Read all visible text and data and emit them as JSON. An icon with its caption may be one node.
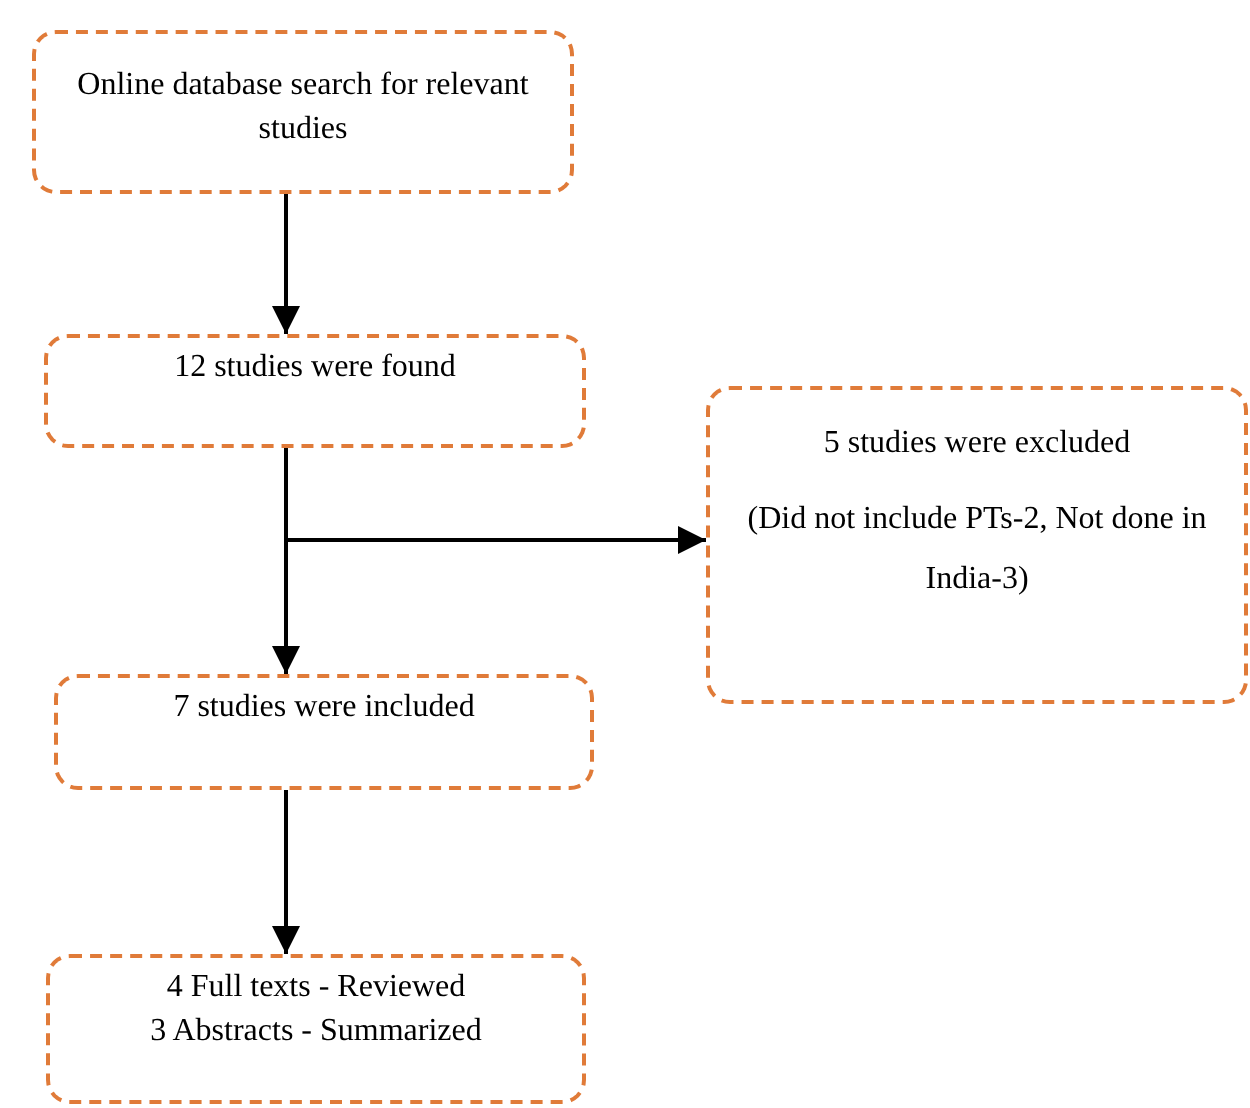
{
  "diagram": {
    "nodes": [
      {
        "text": [
          "Online database search for relevant studies"
        ]
      },
      {
        "text": [
          "12 studies were found"
        ]
      },
      {
        "text": [
          "5 studies were excluded",
          "(Did not include PTs-2, Not done in India-3)"
        ]
      },
      {
        "text": [
          "7 studies were included"
        ]
      },
      {
        "text": [
          "4 Full texts - Reviewed",
          "3 Abstracts - Summarized"
        ]
      }
    ],
    "edges": [
      {
        "from": 0,
        "to": 1,
        "arrow": "to"
      },
      {
        "from": 1,
        "to": 3,
        "arrow": "to"
      },
      {
        "from": 1,
        "to": 2,
        "arrow": "to"
      },
      {
        "from": 3,
        "to": 4,
        "arrow": "to"
      }
    ]
  }
}
